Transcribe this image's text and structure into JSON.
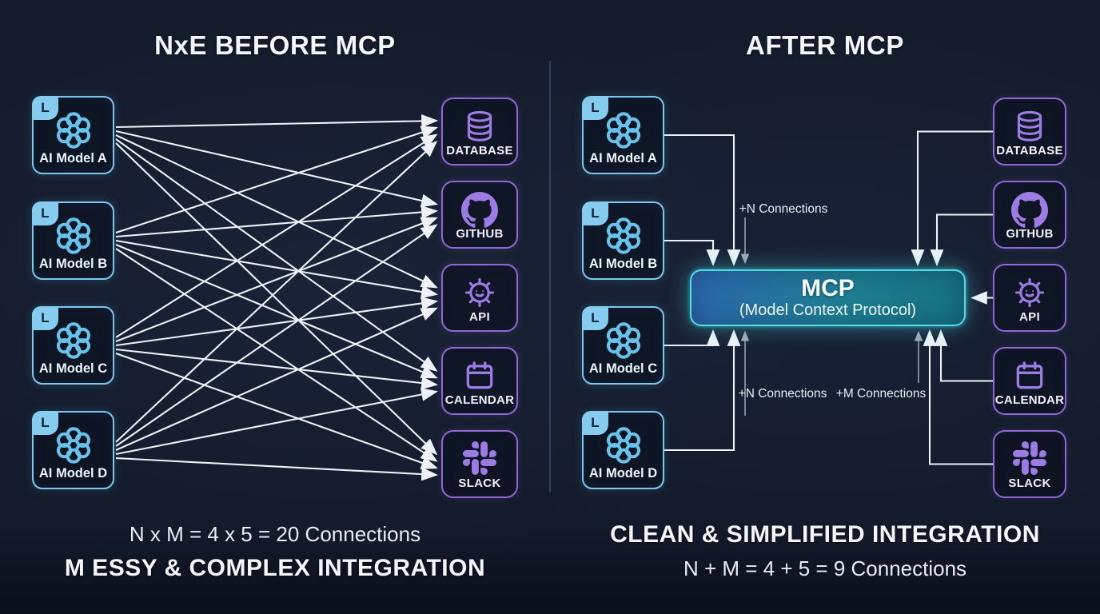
{
  "colors": {
    "background": "#141b2b",
    "line": "#eef2f8",
    "thin_arrow": "#9fa9ba",
    "divider": "#3a4660",
    "model_border": "#7dc7ec",
    "model_icon": "#67c3ec",
    "service_border": "#8e6ad2",
    "service_icon": "#9d7be4",
    "mcp_border": "#4fdce6",
    "mcp_gradient_start": "#2b66ac",
    "mcp_gradient_end": "#147080"
  },
  "before": {
    "title": "NxE BEFORE MCP",
    "models": [
      {
        "badge": "L",
        "icon": "openai-icon",
        "label": "AI Model A"
      },
      {
        "badge": "L",
        "icon": "openai-icon",
        "label": "AI Model B"
      },
      {
        "badge": "L",
        "icon": "openai-icon",
        "label": "AI Model C"
      },
      {
        "badge": "L",
        "icon": "openai-icon",
        "label": "AI Model D"
      }
    ],
    "services": [
      {
        "icon": "database-icon",
        "label": "DATABASE"
      },
      {
        "icon": "github-icon",
        "label": "GITHUB"
      },
      {
        "icon": "api-icon",
        "label": "API"
      },
      {
        "icon": "calendar-icon",
        "label": "CALENDAR"
      },
      {
        "icon": "slack-icon",
        "label": "SLACK"
      }
    ],
    "mesh_pairs": [
      [
        0,
        0
      ],
      [
        0,
        1
      ],
      [
        0,
        2
      ],
      [
        0,
        3
      ],
      [
        0,
        4
      ],
      [
        1,
        0
      ],
      [
        1,
        1
      ],
      [
        1,
        2
      ],
      [
        1,
        3
      ],
      [
        1,
        4
      ],
      [
        2,
        0
      ],
      [
        2,
        1
      ],
      [
        2,
        2
      ],
      [
        2,
        3
      ],
      [
        2,
        4
      ],
      [
        3,
        0
      ],
      [
        3,
        1
      ],
      [
        3,
        2
      ],
      [
        3,
        3
      ],
      [
        3,
        4
      ]
    ],
    "footer_equation": "N x M = 4 x 5 = 20 Connections",
    "footer_headline": "M ESSY & COMPLEX INTEGRATION"
  },
  "after": {
    "title": "AFTER MCP",
    "models": [
      {
        "badge": "L",
        "icon": "openai-icon",
        "label": "AI Model A"
      },
      {
        "badge": "L",
        "icon": "openai-icon",
        "label": "AI Model B"
      },
      {
        "badge": "L",
        "icon": "openai-icon",
        "label": "AI Model C"
      },
      {
        "badge": "L",
        "icon": "openai-icon",
        "label": "AI Model D"
      }
    ],
    "services": [
      {
        "icon": "database-icon",
        "label": "DATABASE"
      },
      {
        "icon": "github-icon",
        "label": "GITHUB"
      },
      {
        "icon": "api-icon",
        "label": "API"
      },
      {
        "icon": "calendar-icon",
        "label": "CALENDAR"
      },
      {
        "icon": "slack-icon",
        "label": "SLACK"
      }
    ],
    "mcp": {
      "title": "MCP",
      "subtitle": "(Model Context Protocol)"
    },
    "connections": [
      {
        "from": "model-0",
        "to": "mcp"
      },
      {
        "from": "model-1",
        "to": "mcp"
      },
      {
        "from": "model-2",
        "to": "mcp"
      },
      {
        "from": "model-3",
        "to": "mcp"
      },
      {
        "from": "service-0",
        "to": "mcp"
      },
      {
        "from": "service-1",
        "to": "mcp"
      },
      {
        "from": "service-2",
        "to": "mcp"
      },
      {
        "from": "service-3",
        "to": "mcp"
      },
      {
        "from": "service-4",
        "to": "mcp"
      }
    ],
    "labels": {
      "n_connections_top": "+N Connections",
      "n_connections_bottom": "+N Connections",
      "m_connections_bottom": "+M Connections"
    },
    "footer_headline": "CLEAN & SIMPLIFIED INTEGRATION",
    "footer_equation": "N + M = 4 + 5 = 9 Connections"
  }
}
